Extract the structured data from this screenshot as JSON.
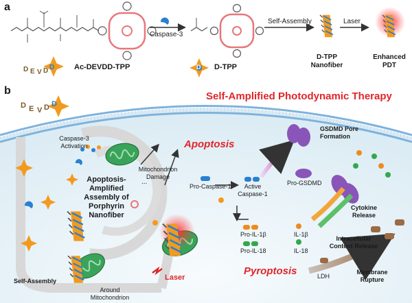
{
  "panels": {
    "a": "a",
    "b": "b"
  },
  "panel_a": {
    "ac_devdd_tpp": "Ac-DEVDD-TPP",
    "caspase3": "Caspase-3",
    "d_tpp": "D-TPP",
    "self_assembly": "Self-Assembly",
    "laser": "Laser",
    "d_tpp_nanofiber": "D-TPP\nNanofiber",
    "enhanced_pdt": "Enhanced\nPDT",
    "peptide_letters": [
      "D",
      "E",
      "V",
      "D",
      "D"
    ],
    "d_letter": "D"
  },
  "panel_b": {
    "title": "Self-Amplified Photodynamic Therapy",
    "caspase3_activation": "Caspase-3\nActivation",
    "mito_damage": "Mitochondrion\nDamage",
    "apoptosis": "Apoptosis",
    "center_label": "Apoptosis-\nAmplified\nAssembly of\nPorphyrin\nNanofiber",
    "ellipsis": "...",
    "pro_caspase1": "Pro-Caspase-1",
    "active_caspase1": "Active\nCaspase-1",
    "gsdmd_pore": "GSDMD Pore\nFormation",
    "pro_gsdmd": "Pro-GSDMD",
    "cytokine_release": "Cytokine\nRelease",
    "pro_il1b": "Pro-IL-1β",
    "pro_il18": "Pro-IL-18",
    "il1b": "IL-1β",
    "il18": "IL-18",
    "intracellular_release": "Intracellular\nContent Release",
    "pyroptosis": "Pyroptosis",
    "ldh": "LDH",
    "membrane_rupture": "Membrane\nRupture",
    "self_assembly": "Self-Assembly",
    "around_mito": "Around\nMitochondrion",
    "laser": "Laser",
    "peptide_letters": [
      "D",
      "E",
      "V",
      "D",
      "D"
    ]
  },
  "colors": {
    "red": "#e0262a",
    "porphyrin_pink": "#e8767a",
    "caspase_blue": "#2a7fd0",
    "nanofiber_orange": "#f29a1f",
    "mito_green": "#3aa35a",
    "membrane_blue": "#7fb2dc",
    "gsdmd_purple": "#8a55b8",
    "il_orange": "#ef8a1f",
    "il_green": "#33a84a",
    "ldh_brown": "#9b6b45"
  }
}
